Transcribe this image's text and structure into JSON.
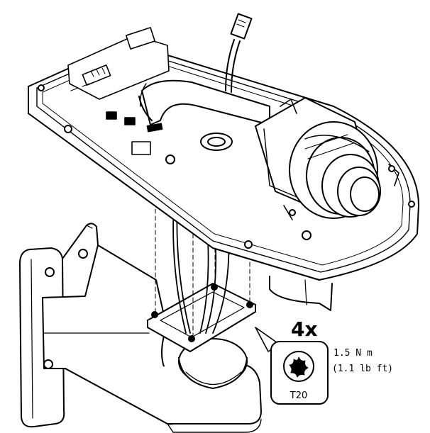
{
  "callout": {
    "screw_count": "4x",
    "torque_metric": "1.5 N m",
    "torque_imperial": "(1.1 lb ft)",
    "bit_size": "T20",
    "tool_icon": "torx-bit-icon"
  }
}
